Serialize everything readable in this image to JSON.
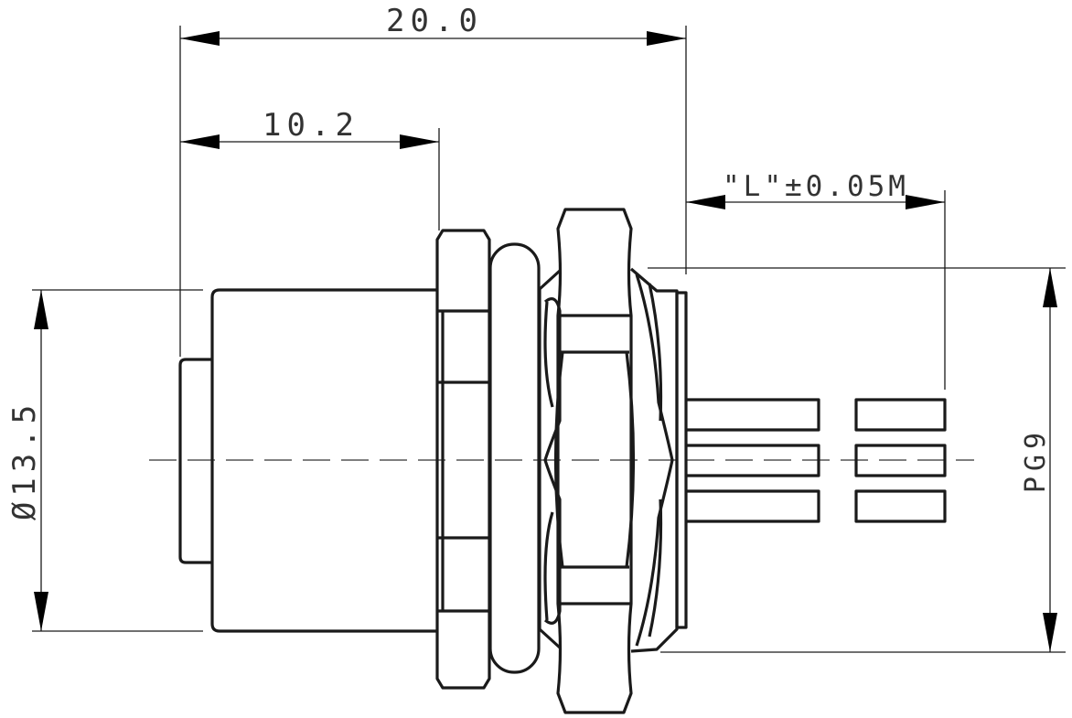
{
  "dimensions": {
    "overall_length": "20.0",
    "body_length": "10.2",
    "cable_length": "\"L\"±0.05M",
    "diameter": "Ø13.5",
    "thread": "PG9"
  }
}
